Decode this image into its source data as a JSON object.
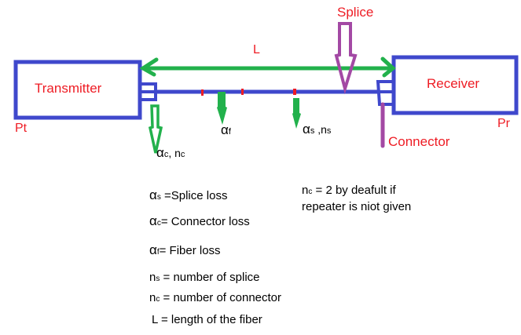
{
  "diagram": {
    "title": "Optical fiber link loss budget",
    "colors": {
      "box": "#3f48cc",
      "fiber": "#3f48cc",
      "length_arrow": "#22b14c",
      "loss_arrow": "#22b14c",
      "splice_arrow": "#a349a4",
      "connector_arrow": "#a349a4",
      "label_red": "#ee1c24",
      "label_black": "#000000"
    },
    "transmitter": {
      "label": "Transmitter",
      "power_label": "Pt"
    },
    "receiver": {
      "label": "Receiver",
      "power_label": "Pr"
    },
    "length_label": "L",
    "splice_label": "Splice",
    "connector_label": "Connector",
    "loss_markers": {
      "connector": {
        "symbol": "α",
        "sub": "c",
        "sep": ", ",
        "n": "n",
        "n_sub": "c"
      },
      "fiber": {
        "symbol": "α",
        "sub": "f"
      },
      "splice": {
        "symbol": "α",
        "sub": "s",
        "sep": " ,",
        "n": "n",
        "n_sub": "s"
      }
    },
    "legend": [
      {
        "symbol": "α",
        "sub": "s",
        "text": " =Splice loss"
      },
      {
        "symbol": "α",
        "sub": "c",
        "text": "= Connector loss"
      },
      {
        "symbol": "α",
        "sub": "f",
        "text": "= Fiber loss"
      },
      {
        "symbol": "n",
        "sub": "s",
        "text": " = number of splice"
      },
      {
        "symbol": "n",
        "sub": "c",
        "text": " = number of connector"
      },
      {
        "symbol": "",
        "sub": "",
        "text": "L = length of the fiber"
      }
    ],
    "note": {
      "symbol": "n",
      "sub": "c",
      "line1": " = 2 by deafult  if",
      "line2": "repeater is niot given"
    }
  }
}
